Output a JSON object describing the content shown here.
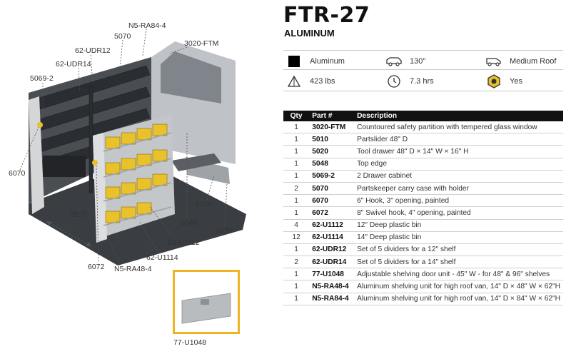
{
  "product": {
    "model": "FTR-27",
    "material": "ALUMINUM"
  },
  "specs": [
    {
      "icon": "aluminum-swatch-icon",
      "text": "Aluminum"
    },
    {
      "icon": "van-side-icon",
      "text": "130\""
    },
    {
      "icon": "van-roof-icon",
      "text": "Medium Roof"
    },
    {
      "icon": "weight-icon",
      "text": "423 lbs"
    },
    {
      "icon": "clock-icon",
      "text": "7.3 hrs"
    },
    {
      "icon": "nut-icon",
      "text": "Yes"
    }
  ],
  "table": {
    "headers": {
      "qty": "Qty",
      "part": "Part #",
      "desc": "Description"
    },
    "rows": [
      {
        "qty": "1",
        "part": "3020-FTM",
        "desc": "Countoured safety partition with tempered glass window"
      },
      {
        "qty": "1",
        "part": "5010",
        "desc": "Partslider 48\" D"
      },
      {
        "qty": "1",
        "part": "5020",
        "desc": "Tool drawer 48\" D × 14\" W × 16\" H"
      },
      {
        "qty": "1",
        "part": "5048",
        "desc": "Top edge"
      },
      {
        "qty": "1",
        "part": "5069-2",
        "desc": "2 Drawer cabinet"
      },
      {
        "qty": "2",
        "part": "5070",
        "desc": "Partskeeper carry case with holder"
      },
      {
        "qty": "1",
        "part": "6070",
        "desc": "6\" Hook, 3\" opening, painted"
      },
      {
        "qty": "1",
        "part": "6072",
        "desc": "8\" Swivel hook, 4\" opening, painted"
      },
      {
        "qty": "4",
        "part": "62-U1112",
        "desc": "12\" Deep plastic bin"
      },
      {
        "qty": "12",
        "part": "62-U1114",
        "desc": "14\" Deep plastic bin"
      },
      {
        "qty": "1",
        "part": "62-UDR12",
        "desc": "Set of 5 dividers for a 12\" shelf"
      },
      {
        "qty": "2",
        "part": "62-UDR14",
        "desc": "Set of 5 dividers for a 14\" shelf"
      },
      {
        "qty": "1",
        "part": "77-U1048",
        "desc": "Adjustable shelving door unit - 45\" W - for 48\" & 96\" shelves"
      },
      {
        "qty": "1",
        "part": "N5-RA48-4",
        "desc": "Aluminum shelving unit for high roof van, 14\" D × 48\" W × 62\"H"
      },
      {
        "qty": "1",
        "part": "N5-RA84-4",
        "desc": "Aluminum shelving unit for high roof van, 14\" D × 84\" W × 62\"H"
      }
    ]
  },
  "callouts": {
    "n5ra84": "N5-RA84-4",
    "c5070": "5070",
    "c3020": "3020-FTM",
    "udr12": "62-UDR12",
    "udr14": "62-UDR14",
    "c5069": "5069-2",
    "c6070": "6070",
    "dim": "35.5\"",
    "c5010": "5010",
    "c5048": "5048",
    "u1112": "62-U1112",
    "u1114": "62-U1114",
    "c5020": "5020",
    "n5ra48": "N5-RA48-4",
    "c6072": "6072",
    "u1048": "77-U1048"
  },
  "colors": {
    "accent": "#f0b323",
    "header": "#111111",
    "bin": "#e9c12a",
    "shelf": "#2a2d31",
    "panel": "#c4c7ca"
  }
}
